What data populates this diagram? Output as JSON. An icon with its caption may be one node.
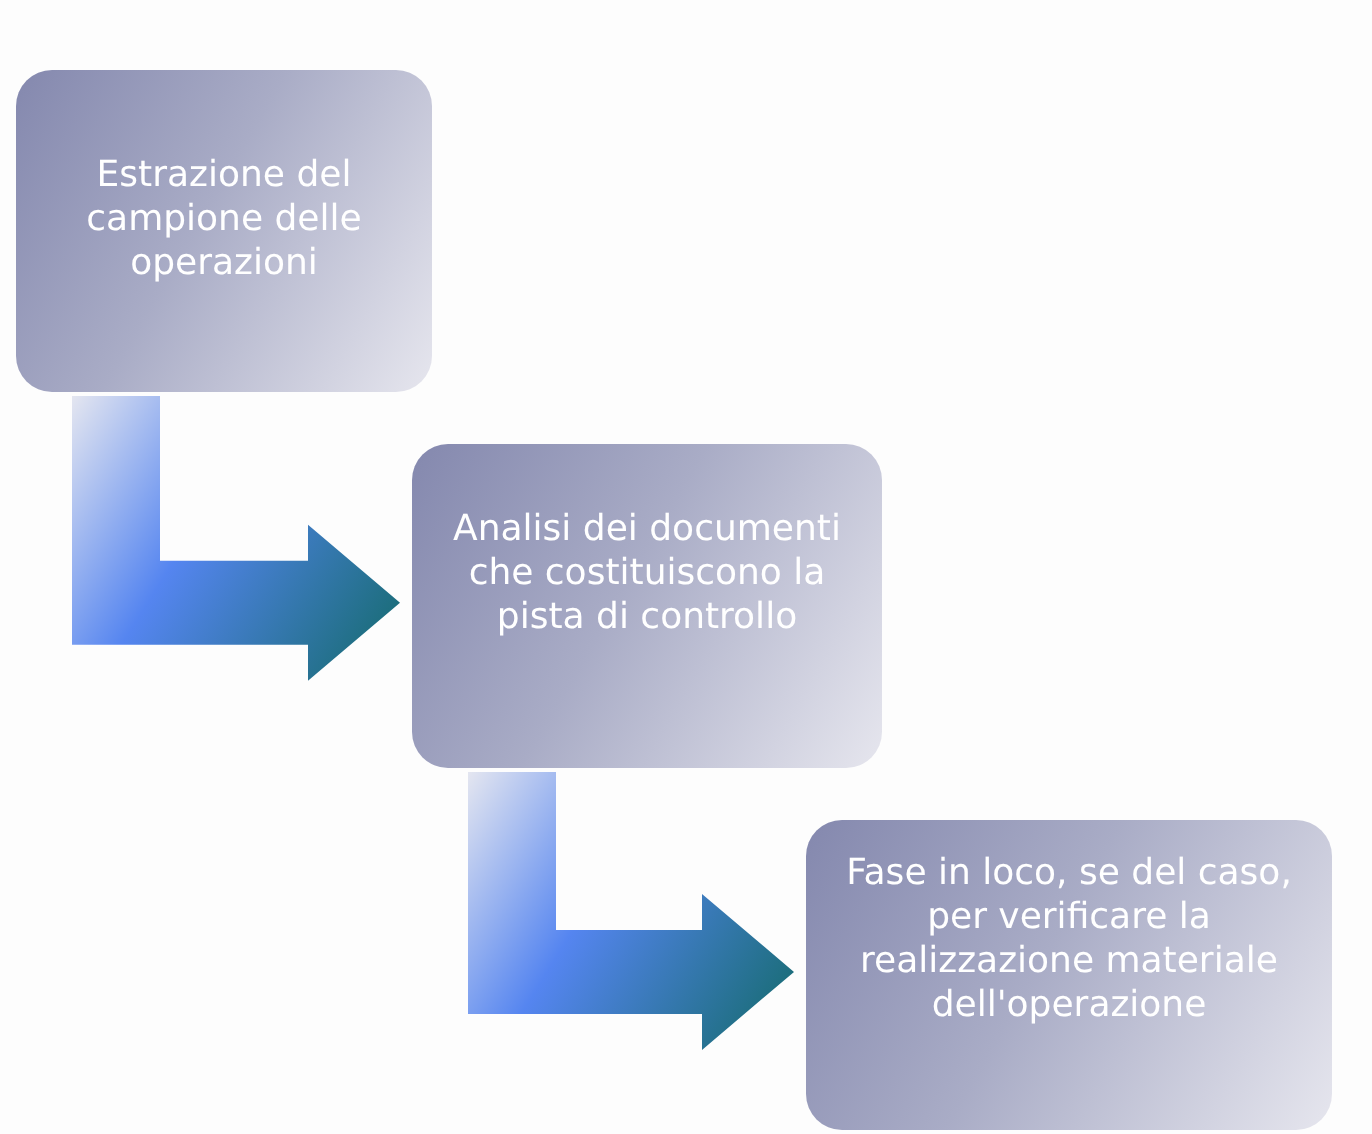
{
  "diagram": {
    "nodes": [
      {
        "text": [
          "Estrazione del campione delle operazioni"
        ]
      },
      {
        "text": [
          "Analisi dei documenti che costituiscono la pista di controllo"
        ]
      },
      {
        "text": [
          "Fase in loco, se del caso, per verificare la realizzazione materiale dell'operazione"
        ]
      }
    ],
    "edges": [
      {
        "from": 0,
        "to": 1,
        "arrow": "to"
      },
      {
        "from": 1,
        "to": 2,
        "arrow": "to"
      }
    ]
  }
}
